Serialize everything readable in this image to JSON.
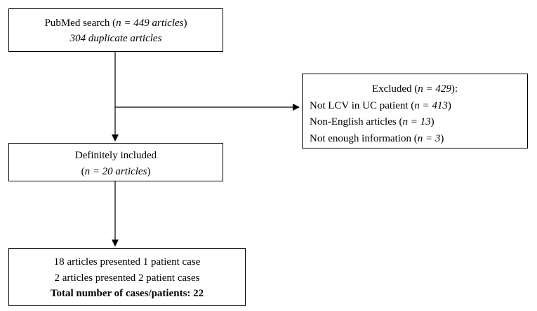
{
  "search_box": {
    "line1_pre": "PubMed search (",
    "line1_n": "n = 449 articles",
    "line1_post": ")",
    "line2": "304 duplicate articles"
  },
  "excluded_box": {
    "title_pre": "Excluded (",
    "title_n": "n = 429",
    "title_post": "):",
    "items": [
      {
        "pre": "Not LCV in UC patient (",
        "n": "n = 413",
        "post": ")"
      },
      {
        "pre": "Non-English articles (",
        "n": "n = 13",
        "post": ")"
      },
      {
        "pre": "Not enough information (",
        "n": "n = 3",
        "post": ")"
      }
    ]
  },
  "included_box": {
    "title": "Definitely included",
    "line2_pre": "(",
    "line2_n": "n = 20 articles",
    "line2_post": ")"
  },
  "result_box": {
    "line1": "18 articles presented 1 patient case",
    "line2": "2 articles presented 2 patient cases",
    "line3": "Total number of cases/patients: 22"
  }
}
